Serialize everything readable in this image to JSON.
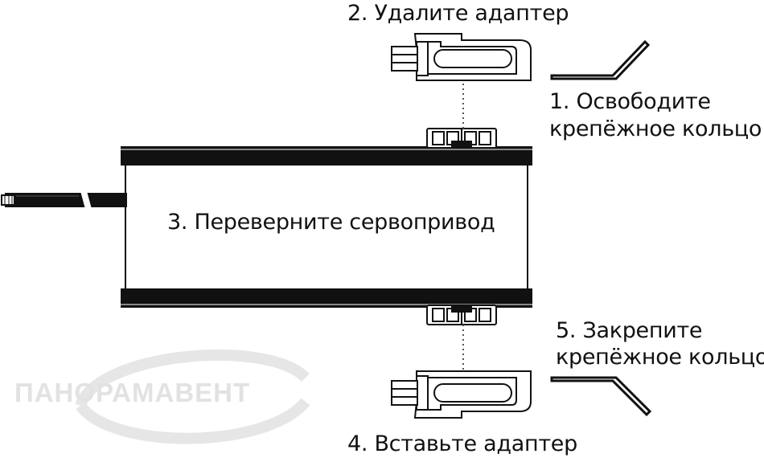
{
  "labels": {
    "step2": "2. Удалите адаптер",
    "step1_line1": "1. Освободите",
    "step1_line2": "крепёжное кольцо",
    "step3": "3. Переверните сервопривод",
    "step5_line1": "5. Закрепите",
    "step5_line2": "крепёжное кольцо",
    "step4": "4. Вставьте адаптер"
  },
  "watermark": "ПАНОРАМАВЕНТ",
  "colors": {
    "ink": "#111111",
    "watermark": "#e2e2e2",
    "background": "#ffffff"
  }
}
